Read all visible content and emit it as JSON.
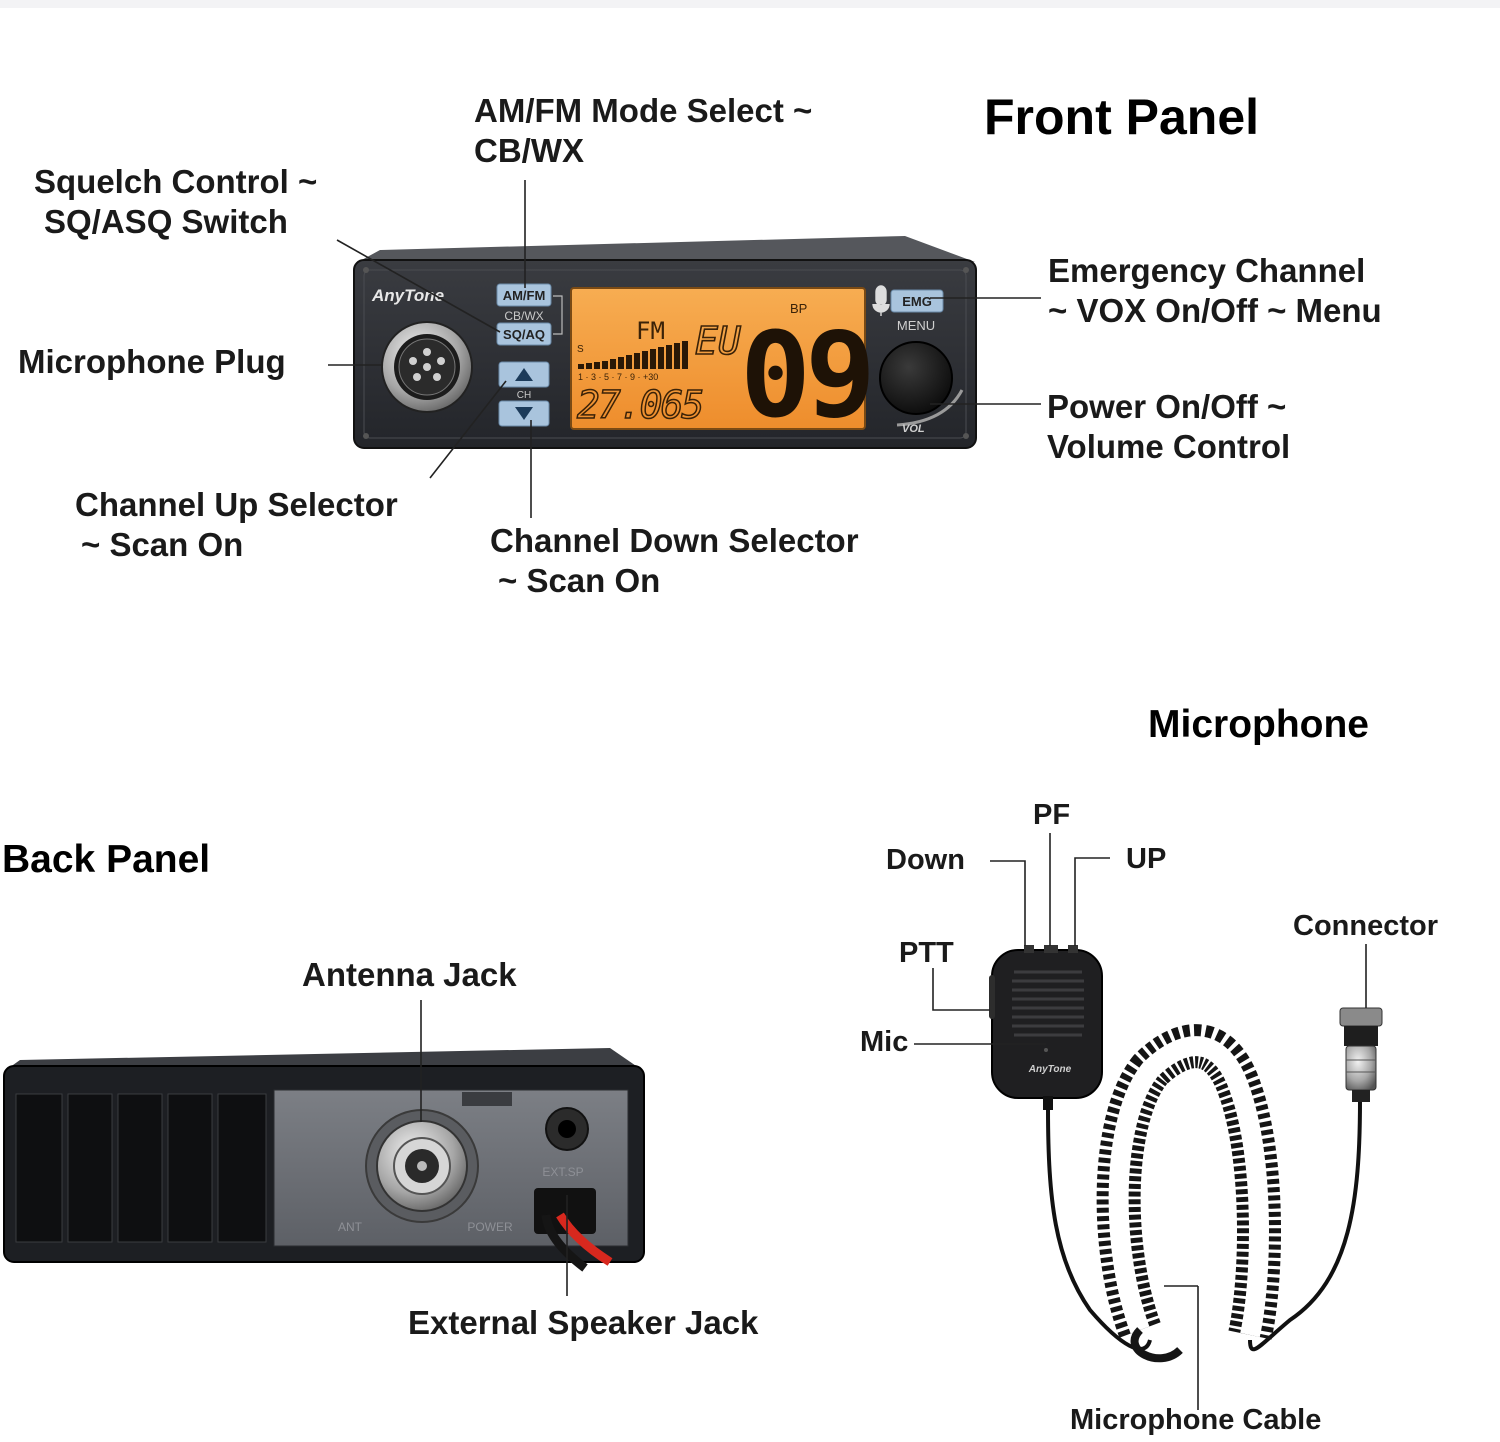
{
  "headings": {
    "front_panel": "Front Panel",
    "microphone": "Microphone",
    "back_panel": "Back Panel"
  },
  "front_panel": {
    "mode_select": [
      "AM/FM Mode Select ~",
      "CB/WX"
    ],
    "squelch": [
      "Squelch Control ~",
      "SQ/ASQ Switch"
    ],
    "mic_plug": "Microphone Plug",
    "ch_up": [
      "Channel Up Selector",
      "~ Scan On"
    ],
    "ch_down": [
      "Channel Down Selector",
      "~ Scan On"
    ],
    "emergency": [
      "Emergency Channel",
      "~ VOX On/Off ~ Menu"
    ],
    "power": [
      "Power On/Off ~",
      "Volume Control"
    ]
  },
  "device_front": {
    "brand": "AnyTone",
    "btn_amfm": "AM/FM",
    "btn_cbwx": "CB/WX",
    "btn_sqaq": "SQ/AQ",
    "ch_label": "CH",
    "emg": "EMG",
    "menu": "MENU",
    "vol": "VOL",
    "lcd": {
      "mode": "FM",
      "region": "EU",
      "channel": "09",
      "bp": "BP",
      "frequency": "27.065",
      "meter_s": "S",
      "meter_scale": "1 · 3 · 5 · 7 · 9 · +30"
    }
  },
  "back_panel": {
    "antenna": "Antenna Jack",
    "ext_speaker": "External Speaker Jack",
    "ext_sp_mark": "EXT.SP",
    "power_mark": "POWER",
    "ant_mark": "ANT"
  },
  "microphone": {
    "pf": "PF",
    "down": "Down",
    "up": "UP",
    "ptt": "PTT",
    "mic": "Mic",
    "connector": "Connector",
    "cable": "Microphone Cable",
    "brand": "AnyTone"
  },
  "colors": {
    "lcd_orange": "#f39a3a",
    "body_dark": "#2d2f33",
    "button_blue": "#a9c4dd",
    "cable_red": "#d8281e"
  }
}
